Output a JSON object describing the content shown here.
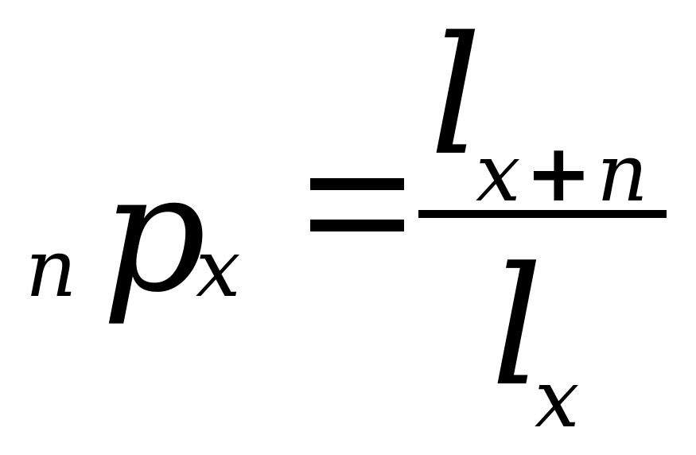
{
  "formula": {
    "left": {
      "pre_subscript": "n",
      "variable": "p",
      "subscript": "x"
    },
    "equals": "=",
    "numerator": {
      "variable": "l",
      "subscript_var1": "x",
      "subscript_op": "+",
      "subscript_var2": "n"
    },
    "denominator": {
      "variable": "l",
      "subscript": "x"
    }
  }
}
